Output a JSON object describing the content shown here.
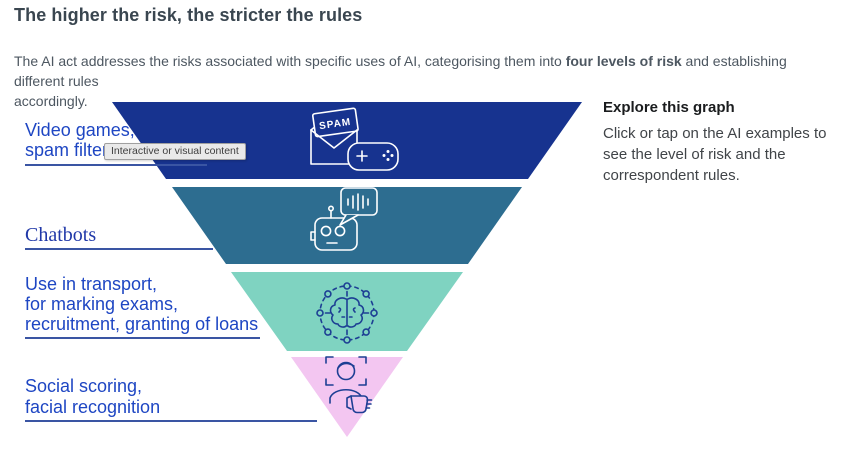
{
  "header": {
    "title": "The higher the risk, the stricter the rules",
    "subtitle": {
      "before_bold": "The AI act addresses the risks associated with specific uses of AI, categorising them into ",
      "bold": "four levels of risk",
      "after_bold": " and establishing different rules",
      "line2": "accordingly."
    }
  },
  "tooltip": {
    "text": "Interactive or visual content"
  },
  "explore_panel": {
    "title": "Explore this graph",
    "body": "Click or tap on the AI examples to see the level of risk and the correspondent rules."
  },
  "funnel": {
    "levels": [
      {
        "label_lines": [
          "Video games,",
          "spam filters"
        ],
        "icon": "spam-email-and-game-controller",
        "color": "#17338f"
      },
      {
        "label_lines": [
          "Chatbots"
        ],
        "icon": "chatbot-robot-speech-bubble",
        "color": "#2d6d90"
      },
      {
        "label_lines": [
          "Use in transport,",
          "for marking exams,",
          "recruitment, granting of loans"
        ],
        "icon": "ai-brain-network",
        "color": "#7fd3c1"
      },
      {
        "label_lines": [
          "Social scoring,",
          "facial recognition"
        ],
        "icon": "facial-recognition-thumbs-down",
        "color": "#f3c6f1"
      }
    ]
  },
  "colors": {
    "band1": "#17338f",
    "band2": "#2d6d90",
    "band3": "#7fd3c1",
    "band4": "#f3c6f1",
    "label_blue": "#1e46c3",
    "label_serif_blue": "#2038a8",
    "underline": "#3a55a3",
    "icon_navy": "#1d3f94",
    "title_text": "#3a4650",
    "body_text": "#4d5761",
    "tooltip_bg": "#e9e9e9",
    "tooltip_border": "#a0a0a0",
    "tooltip_text": "#3f3f3f"
  }
}
